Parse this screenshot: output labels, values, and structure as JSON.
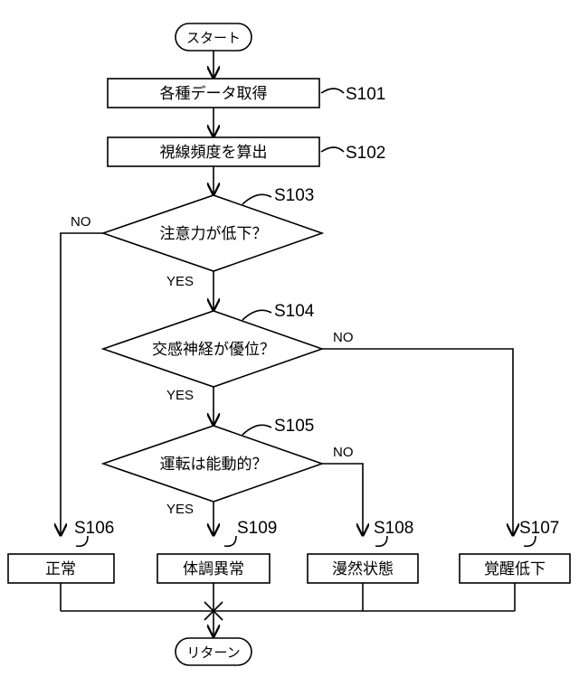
{
  "terminals": {
    "start": "スタート",
    "return": "リターン"
  },
  "steps": {
    "s101": {
      "label": "各種データ取得",
      "id": "S101"
    },
    "s102": {
      "label": "視線頻度を算出",
      "id": "S102"
    },
    "s103": {
      "label": "注意力が低下？",
      "id": "S103"
    },
    "s104": {
      "label": "交感神経が優位？",
      "id": "S104"
    },
    "s105": {
      "label": "運転は能動的？",
      "id": "S105"
    },
    "s106": {
      "label": "正常",
      "id": "S106"
    },
    "s107": {
      "label": "覚醒低下",
      "id": "S107"
    },
    "s108": {
      "label": "漫然状態",
      "id": "S108"
    },
    "s109": {
      "label": "体調異常",
      "id": "S109"
    }
  },
  "branches": {
    "yes": "YES",
    "no": "NO"
  }
}
